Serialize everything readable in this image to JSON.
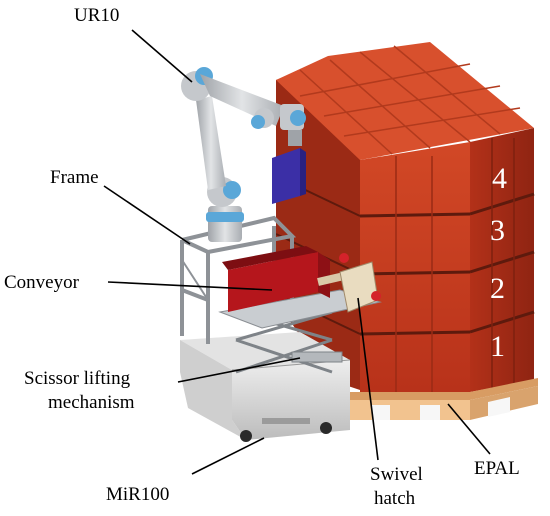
{
  "labels": {
    "ur10": "UR10",
    "frame": "Frame",
    "conveyor": "Conveyor",
    "scissor_line1": "Scissor lifting",
    "scissor_line2": "mechanism",
    "mir100": "MiR100",
    "swivel_line1": "Swivel",
    "swivel_line2": "hatch",
    "epal": "EPAL"
  },
  "layers": [
    "1",
    "2",
    "3",
    "4"
  ],
  "colors": {
    "box_front": "#c83a1e",
    "box_side": "#a32a14",
    "box_top": "#d9502e",
    "pallet": "#e9b27a",
    "robot_grey": "#c9ccd0",
    "robot_joint": "#5aa7d8",
    "frame_grey": "#a7abb0",
    "base_grey": "#d9d9d9",
    "crate": "#b5161c",
    "gripper": "#3b2fa6"
  }
}
